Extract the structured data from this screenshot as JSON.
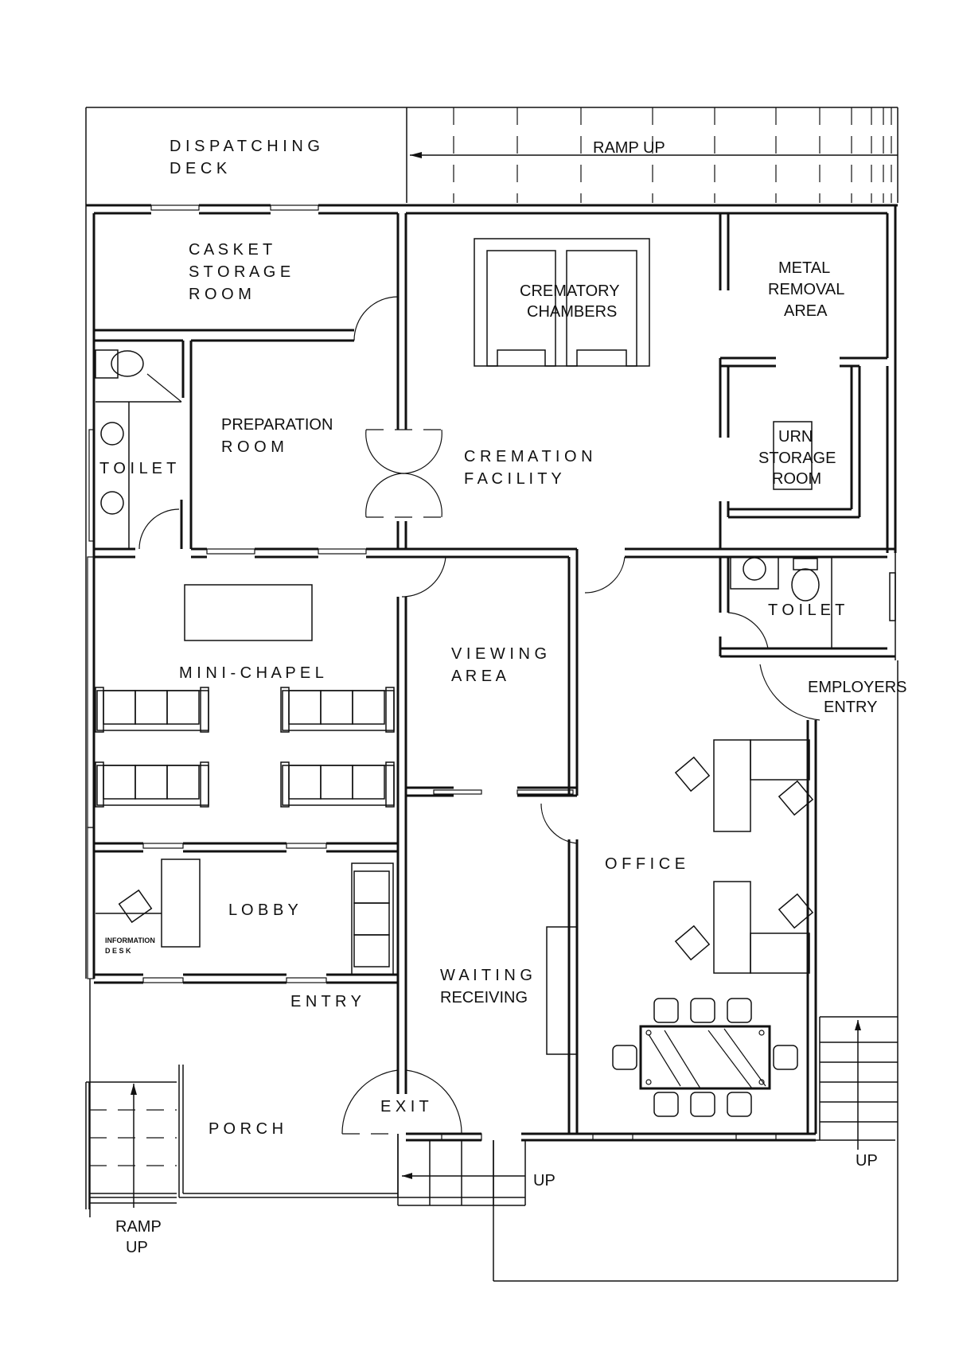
{
  "rooms": {
    "dispatching_deck": [
      "D I S P A T C H I N G",
      "D     E     C     K"
    ],
    "ramp_up_top": "RAMP UP",
    "casket_storage": [
      "C  A  S  K  E  T",
      "S T O R A G E",
      "R     O     O     M"
    ],
    "crematory_chambers": [
      "CREMATORY",
      "CHAMBERS"
    ],
    "metal_removal": [
      "METAL",
      "REMOVAL",
      "AREA"
    ],
    "preparation_room": [
      "PREPARATION",
      "R     O     O     M"
    ],
    "cremation_facility": [
      "C R E M A T I O N",
      "F A C I L I T Y"
    ],
    "urn_storage": [
      "URN",
      "STORAGE",
      "ROOM"
    ],
    "toilet_left": "T O I L E T",
    "toilet_right": "T O I L E T",
    "mini_chapel": "M I N I - C H A P E L",
    "viewing_area": [
      "V I E W I N G",
      "A   R   E   A"
    ],
    "employers_entry": [
      "EMPLOYERS",
      "ENTRY"
    ],
    "office": "O   F   F   I   C   E",
    "lobby": "L   O   B   B   Y",
    "information_desk": [
      "INFORMATION",
      "D  E  S  K"
    ],
    "entry": "E   N   T   R   Y",
    "waiting_receiving": [
      "W A I T I N G",
      "RECEIVING"
    ],
    "exit": "E  X  I  T",
    "porch": "P   O   R   C   H",
    "up_bottom": "UP",
    "up_right": "UP",
    "ramp_up_left": [
      "RAMP",
      "UP"
    ]
  }
}
